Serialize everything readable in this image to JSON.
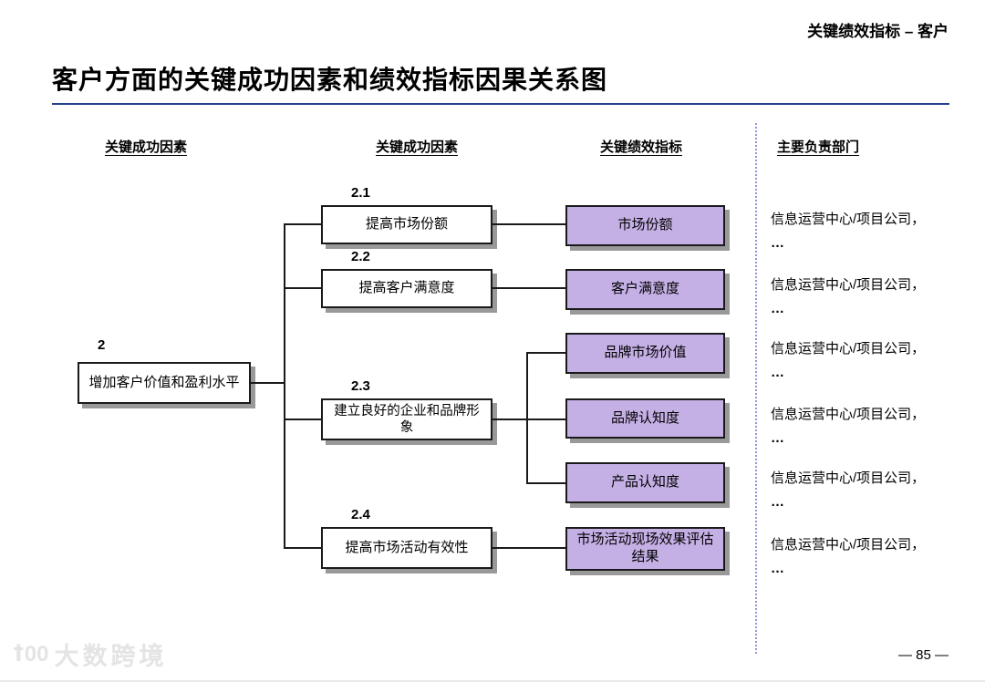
{
  "page_header": "关键绩效指标 – 客户",
  "title": "客户方面的关键成功因素和绩效指标因果关系图",
  "columns": {
    "col1": "关键成功因素",
    "col2": "关键成功因素",
    "col3": "关键绩效指标",
    "col4": "主要负责部门"
  },
  "root_factor": {
    "number": "2",
    "label": "增加客户价值和盈利水平"
  },
  "sub_factors": [
    {
      "number": "2.1",
      "label": "提高市场份额"
    },
    {
      "number": "2.2",
      "label": "提高客户满意度"
    },
    {
      "number": "2.3",
      "label": "建立良好的企业和品牌形象"
    },
    {
      "number": "2.4",
      "label": "提高市场活动有效性"
    }
  ],
  "kpis": [
    {
      "label": "市场份额"
    },
    {
      "label": "客户满意度"
    },
    {
      "label": "品牌市场价值"
    },
    {
      "label": "品牌认知度"
    },
    {
      "label": "产品认知度"
    },
    {
      "label": "市场活动现场效果评估结果"
    }
  ],
  "departments": [
    {
      "line1": "信息运营中心/项目公司，",
      "line2": "…"
    },
    {
      "line1": "信息运营中心/项目公司，",
      "line2": "…"
    },
    {
      "line1": "信息运营中心/项目公司，",
      "line2": "…"
    },
    {
      "line1": "信息运营中心/项目公司，",
      "line2": "…"
    },
    {
      "line1": "信息运营中心/项目公司，",
      "line2": "…"
    },
    {
      "line1": "信息运营中心/项目公司，",
      "line2": "…"
    }
  ],
  "page_number": "— 85 —",
  "watermark": {
    "icon": "ꝉ00",
    "text": "大数跨境"
  },
  "colors": {
    "kpi_fill": "#c5b0e6",
    "title_rule": "#27408b",
    "divider_dotted": "#8f96dd",
    "box_shadow": "#999999"
  }
}
